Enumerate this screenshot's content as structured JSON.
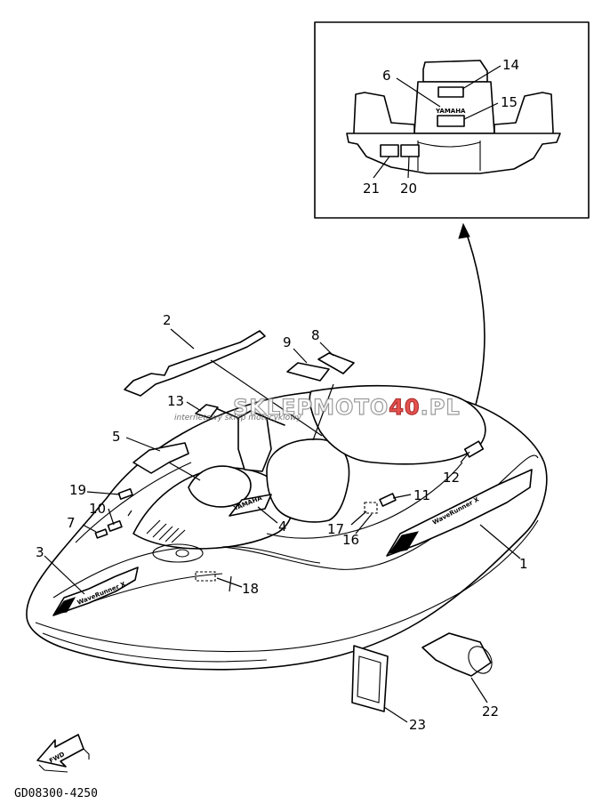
{
  "inset": {
    "callouts": [
      "6",
      "14",
      "15",
      "21",
      "20"
    ],
    "yamaha_logo_text": "YAMAHA"
  },
  "callouts": [
    "2",
    "9",
    "8",
    "13",
    "5",
    "12",
    "19",
    "10",
    "11",
    "7",
    "17",
    "16",
    "4",
    "3",
    "1",
    "18",
    "23",
    "22"
  ],
  "decals": {
    "side_logo_text": "WaveRunner X",
    "front_logo_text": "WaveRunner X",
    "seat_logo_text": "YAMAHA"
  },
  "fwd_label": "FWD",
  "drawing_code": "GD08300-4250",
  "watermark": {
    "main": "SKLEPMOTO",
    "accent": "40",
    "tld": ".PL",
    "sub": "internetowy sklep motocyklowy"
  }
}
